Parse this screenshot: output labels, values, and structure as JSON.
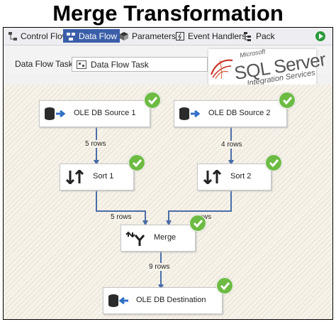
{
  "title": "Merge Transformation",
  "tabs": [
    {
      "label": "Control Flow",
      "icon": "control-flow-icon"
    },
    {
      "label": "Data Flow",
      "icon": "data-flow-icon",
      "active": true
    },
    {
      "label": "Parameters",
      "icon": "parameters-icon"
    },
    {
      "label": "Event Handlers",
      "icon": "event-handlers-icon"
    },
    {
      "label": "Pack",
      "icon": "package-explorer-icon"
    }
  ],
  "task": {
    "label": "Data Flow Task:",
    "value": "Data Flow Task"
  },
  "logo": {
    "microsoft": "Microsoft",
    "product": "SQL Server",
    "subtitle": "Integration Services"
  },
  "nodes": {
    "source1": "OLE DB Source 1",
    "source2": "OLE DB Source 2",
    "sort1": "Sort 1",
    "sort2": "Sort 2",
    "merge": "Merge",
    "destination": "OLE DB Destination"
  },
  "paths": {
    "source1_sort1": "5 rows",
    "source2_sort2": "4 rows",
    "sort1_merge": "5 rows",
    "sort2_merge": "rows",
    "merge_destination": "9 rows"
  },
  "colors": {
    "accent": "#3b5ea8",
    "success": "#6dbb43",
    "path": "#4a6ea9"
  }
}
